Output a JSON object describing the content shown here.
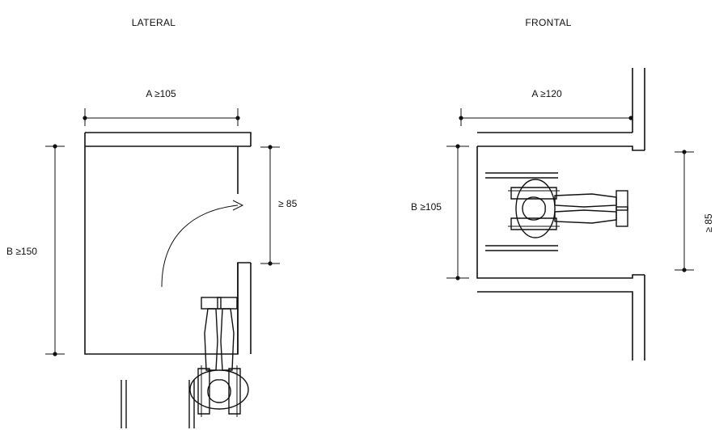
{
  "views": {
    "lateral": {
      "title": "LATERAL",
      "width_label": "A ≥105",
      "depth_label": "B ≥150",
      "door_label": "≥ 85"
    },
    "frontal": {
      "title": "FRONTAL",
      "width_label": "A ≥120",
      "depth_label": "B ≥105",
      "door_label": "≥ 85"
    }
  },
  "colors": {
    "line": "#111111",
    "background": "#ffffff"
  }
}
